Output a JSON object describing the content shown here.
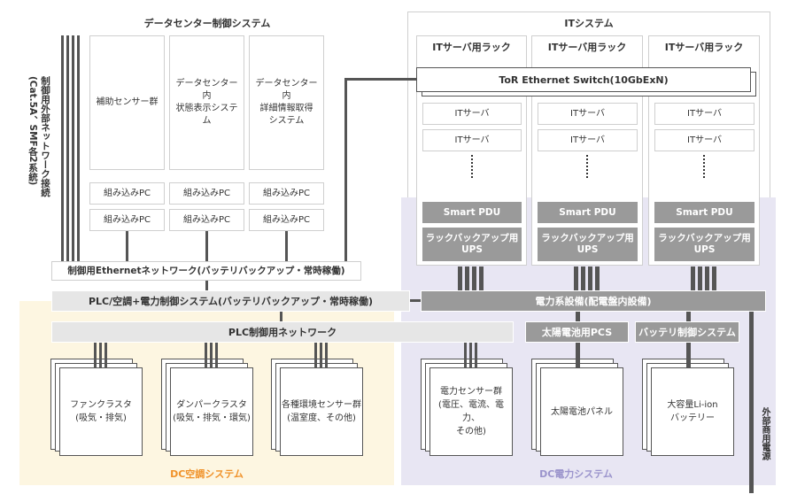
{
  "colors": {
    "ac_zone": "#fdf6e1",
    "power_zone": "#e8e6f3",
    "ac_label": "#f0922a",
    "power_label": "#9b94cc",
    "line": "#555555",
    "dark_box": "#9a9a9a",
    "light_box": "#e6e6e6"
  },
  "control_system": {
    "title": "データセンター制御システム",
    "panels": [
      {
        "label": "補助センサー群"
      },
      {
        "label": "データセンター内\n状態表示システム"
      },
      {
        "label": "データセンター内\n詳細情報取得\nシステム"
      }
    ],
    "embedded_pcs": [
      "組み込みPC",
      "組み込みPC",
      "組み込みPC",
      "組み込みPC",
      "組み込みPC",
      "組み込みPC"
    ]
  },
  "external_network_label": "制御用外部ネットワーク接続\n(Cat.5A、SMF各2系統)",
  "control_ethernet": "制御用Ethernetネットワーク(バッテリバックアップ・常時稼働)",
  "plc_system": "PLC/空調+電力制御システム(バッテリバックアップ・常時稼働)",
  "plc_network": "PLC制御用ネットワーク",
  "it_system": {
    "title": "ITシステム",
    "racks": [
      {
        "title": "ITサーバ用ラック",
        "servers": [
          "ITサーバ",
          "ITサーバ"
        ],
        "pdu": "Smart PDU",
        "ups": "ラックバックアップ用\nUPS"
      },
      {
        "title": "ITサーバ用ラック",
        "servers": [
          "ITサーバ",
          "ITサーバ"
        ],
        "pdu": "Smart PDU",
        "ups": "ラックバックアップ用\nUPS"
      },
      {
        "title": "ITサーバ用ラック",
        "servers": [
          "ITサーバ",
          "ITサーバ"
        ],
        "pdu": "Smart PDU",
        "ups": "ラックバックアップ用\nUPS"
      }
    ],
    "tor_switch": "ToR Ethernet Switch(10GbExN)"
  },
  "power_equipment": "電力系設備(配電盤内設備)",
  "solar_pcs": "太陽電池用PCS",
  "battery_control": "バッテリ制御システム",
  "external_power": "外部商用電源",
  "ac_devices": [
    {
      "label": "ファンクラスタ\n(吸気・排気)"
    },
    {
      "label": "ダンパークラスタ\n(吸気・排気・環気)"
    },
    {
      "label": "各種環境センサー群\n(温室度、その他)"
    }
  ],
  "power_devices": [
    {
      "label": "電力センサー群\n(電圧、電流、電力、\nその他)"
    },
    {
      "label": "太陽電池パネル"
    },
    {
      "label": "大容量Li-ion\nバッテリー"
    }
  ],
  "ac_system_label": "DC空調システム",
  "power_system_label": "DC電力システム"
}
